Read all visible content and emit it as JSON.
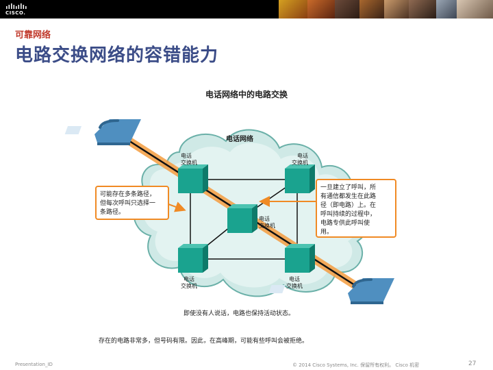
{
  "header": {
    "subtitle": "可靠网络",
    "title": "电路交换网络的容错能力",
    "logo_text": "CISCO."
  },
  "diagram": {
    "heading": "电话网络中的电路交换",
    "cloud_label": "电话网络",
    "switches": {
      "top_left": [
        "电话",
        "交换机"
      ],
      "top_right": [
        "电话",
        "交换机"
      ],
      "center": [
        "电话",
        "交换机"
      ],
      "bottom_left": [
        "电话",
        "交换机"
      ],
      "bottom_right": [
        "电话",
        "交换机"
      ]
    },
    "callout_left": [
      "可能存在多条路径，",
      "但每次呼叫只选择一",
      "条路径。"
    ],
    "callout_right": [
      "一旦建立了呼叫，所",
      "有通信都发生在此路",
      "径（即电路）上。在",
      "呼叫持续的过程中，",
      "电路专供此呼叫使",
      "用。"
    ],
    "caption_1": "即使没有人说话，电路也保持活动状态。",
    "caption_2": "存在的电路非常多，但号码有限。因此，在高峰期，可能有些呼叫会被拒绝。"
  },
  "colors": {
    "title": "#3b4c87",
    "subtitle": "#c0392b",
    "cloud_fill": "#cfe9e6",
    "cloud_stroke": "#5aa8a0",
    "switch": "#1aa38f",
    "phone": "#5a9fcf",
    "circuit": "#f08a24",
    "callout_stroke": "#f08a24",
    "arrow": "#f08a24"
  },
  "footer": {
    "left": "Presentation_ID",
    "center": "© 2014 Cisco Systems, Inc. 保留所有权利。 Cisco 机密",
    "page": "27"
  }
}
